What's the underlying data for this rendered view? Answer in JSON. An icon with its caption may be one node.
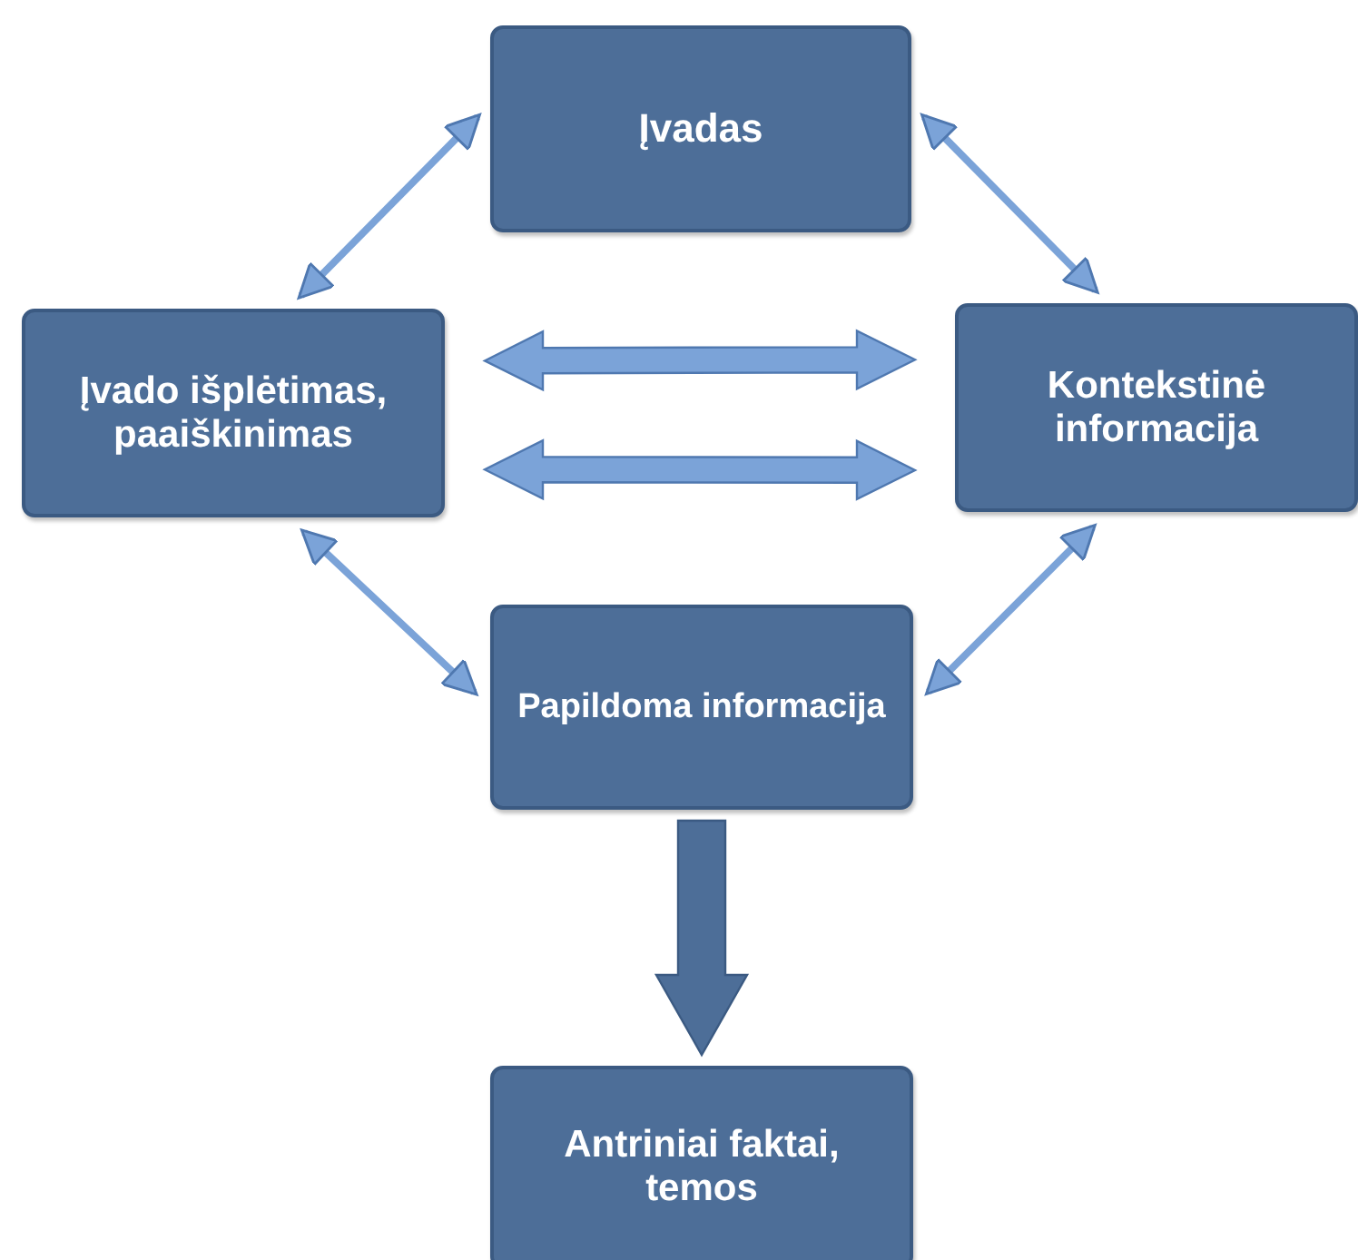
{
  "diagram": {
    "nodes": [
      {
        "text": [
          "Įvadas"
        ]
      },
      {
        "text": [
          "Įvado išplėtimas, paaiškinimas"
        ]
      },
      {
        "text": [
          "Kontekstinė informacija"
        ]
      },
      {
        "text": [
          "Papildoma informacija"
        ]
      },
      {
        "text": [
          "Antriniai faktai, temos"
        ]
      }
    ],
    "edges": [
      {
        "from": 0,
        "to": 1,
        "arrow": "both"
      },
      {
        "from": 0,
        "to": 2,
        "arrow": "both"
      },
      {
        "from": 1,
        "to": 2,
        "arrow": "both",
        "style": "thick"
      },
      {
        "from": 1,
        "to": 2,
        "arrow": "both",
        "style": "thick"
      },
      {
        "from": 1,
        "to": 3,
        "arrow": "both"
      },
      {
        "from": 2,
        "to": 3,
        "arrow": "both"
      },
      {
        "from": 3,
        "to": 4,
        "arrow": "to",
        "style": "thick",
        "color": "#4d6e98"
      }
    ]
  }
}
